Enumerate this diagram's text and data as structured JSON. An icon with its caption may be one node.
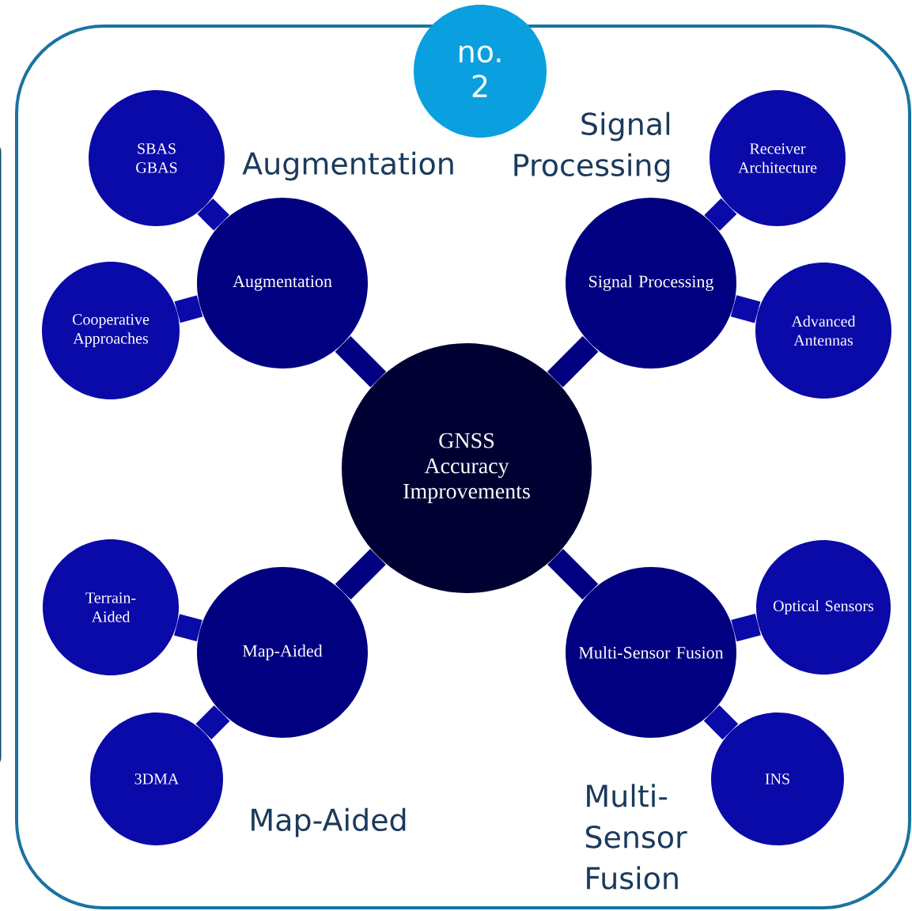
{
  "diagram": {
    "nodes": [
      {
        "text": [
          "no. 2"
        ]
      },
      {
        "text": [
          "GNSS Accuracy Improvements"
        ]
      },
      {
        "text": [
          "Augmentation"
        ]
      },
      {
        "text": [
          "SBAS GBAS"
        ]
      },
      {
        "text": [
          "Cooperative Approaches"
        ]
      },
      {
        "text": [
          "Signal Processing"
        ]
      },
      {
        "text": [
          "Receiver Architecture"
        ]
      },
      {
        "text": [
          "Advanced Antennas"
        ]
      },
      {
        "text": [
          "Map-Aided"
        ]
      },
      {
        "text": [
          "Terrain-Aided"
        ]
      },
      {
        "text": [
          "3DMA"
        ]
      },
      {
        "text": [
          "Multi-Sensor Fusion"
        ]
      },
      {
        "text": [
          "Optical Sensors"
        ]
      },
      {
        "text": [
          "INS"
        ]
      }
    ],
    "edges": [
      {
        "from": 1,
        "to": 2,
        "arrow": "none"
      },
      {
        "from": 2,
        "to": 3,
        "arrow": "none"
      },
      {
        "from": 2,
        "to": 4,
        "arrow": "none"
      },
      {
        "from": 1,
        "to": 5,
        "arrow": "none"
      },
      {
        "from": 5,
        "to": 6,
        "arrow": "none"
      },
      {
        "from": 5,
        "to": 7,
        "arrow": "none"
      },
      {
        "from": 1,
        "to": 8,
        "arrow": "none"
      },
      {
        "from": 8,
        "to": 9,
        "arrow": "none"
      },
      {
        "from": 8,
        "to": 10,
        "arrow": "none"
      },
      {
        "from": 1,
        "to": 11,
        "arrow": "none"
      },
      {
        "from": 11,
        "to": 12,
        "arrow": "none"
      },
      {
        "from": 11,
        "to": 13,
        "arrow": "none"
      }
    ],
    "labels": [
      "Augmentation",
      "Signal Processing",
      "Map-Aided",
      "Multi-Sensor Fusion"
    ]
  }
}
